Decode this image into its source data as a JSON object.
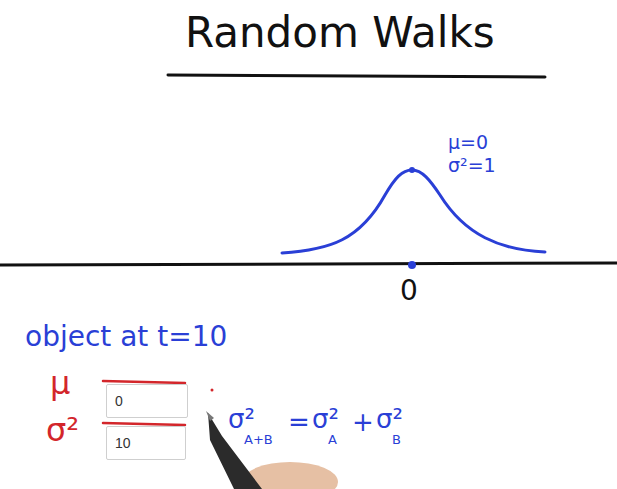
{
  "diagram": {
    "title": "Random Walks",
    "nodes": [
      {
        "text": [
          "0"
        ]
      },
      {
        "text": [
          "10"
        ]
      }
    ],
    "labels": [
      "μ=0",
      "σ²=1",
      "0",
      "object at t=10",
      "μ",
      "σ²",
      "σ²",
      "A+B",
      "=",
      "σ²",
      "A",
      "+",
      "σ²",
      "B"
    ]
  }
}
